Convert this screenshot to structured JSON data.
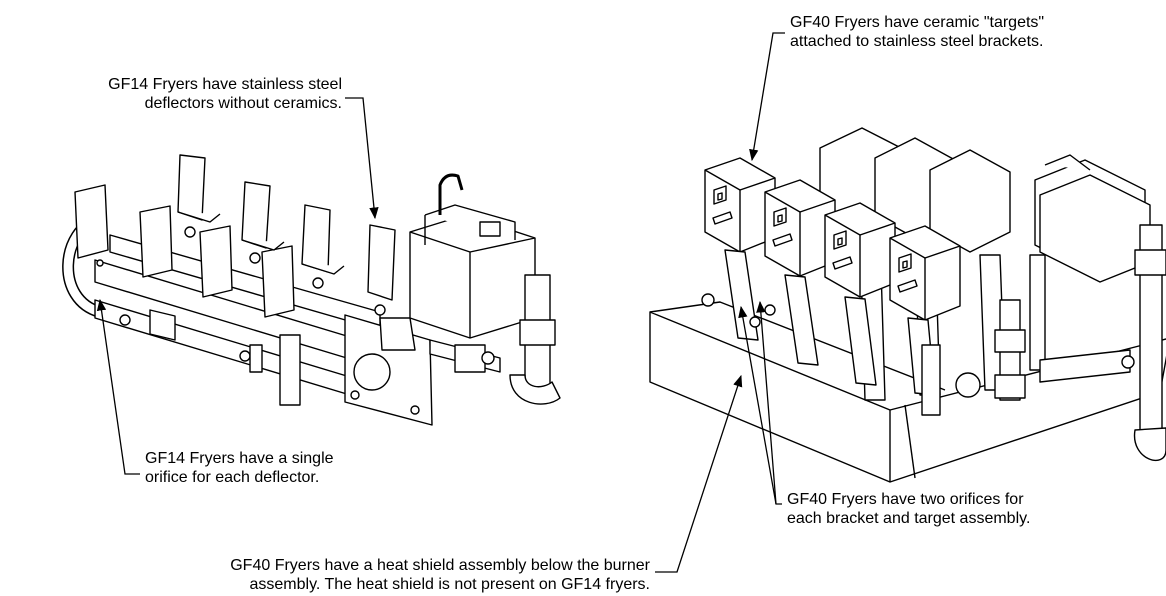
{
  "callouts": {
    "gf14_deflectors": {
      "line1": "GF14 Fryers have stainless steel",
      "line2": "deflectors without ceramics."
    },
    "gf40_targets": {
      "line1": "GF40 Fryers have ceramic \"targets\"",
      "line2": "attached to stainless steel brackets."
    },
    "gf14_orifice": {
      "line1": "GF14 Fryers have a single",
      "line2": "orifice for each deflector."
    },
    "gf40_orifices": {
      "line1": "GF40 Fryers have two orifices for",
      "line2": "each bracket and target assembly."
    },
    "gf40_heat_shield": {
      "line1": "GF40 Fryers have a heat shield assembly below the burner",
      "line2": "assembly.  The heat shield is not present on GF14 fryers."
    }
  },
  "illustrations": {
    "left": "gf14-burner-assembly",
    "right": "gf40-burner-assembly"
  }
}
